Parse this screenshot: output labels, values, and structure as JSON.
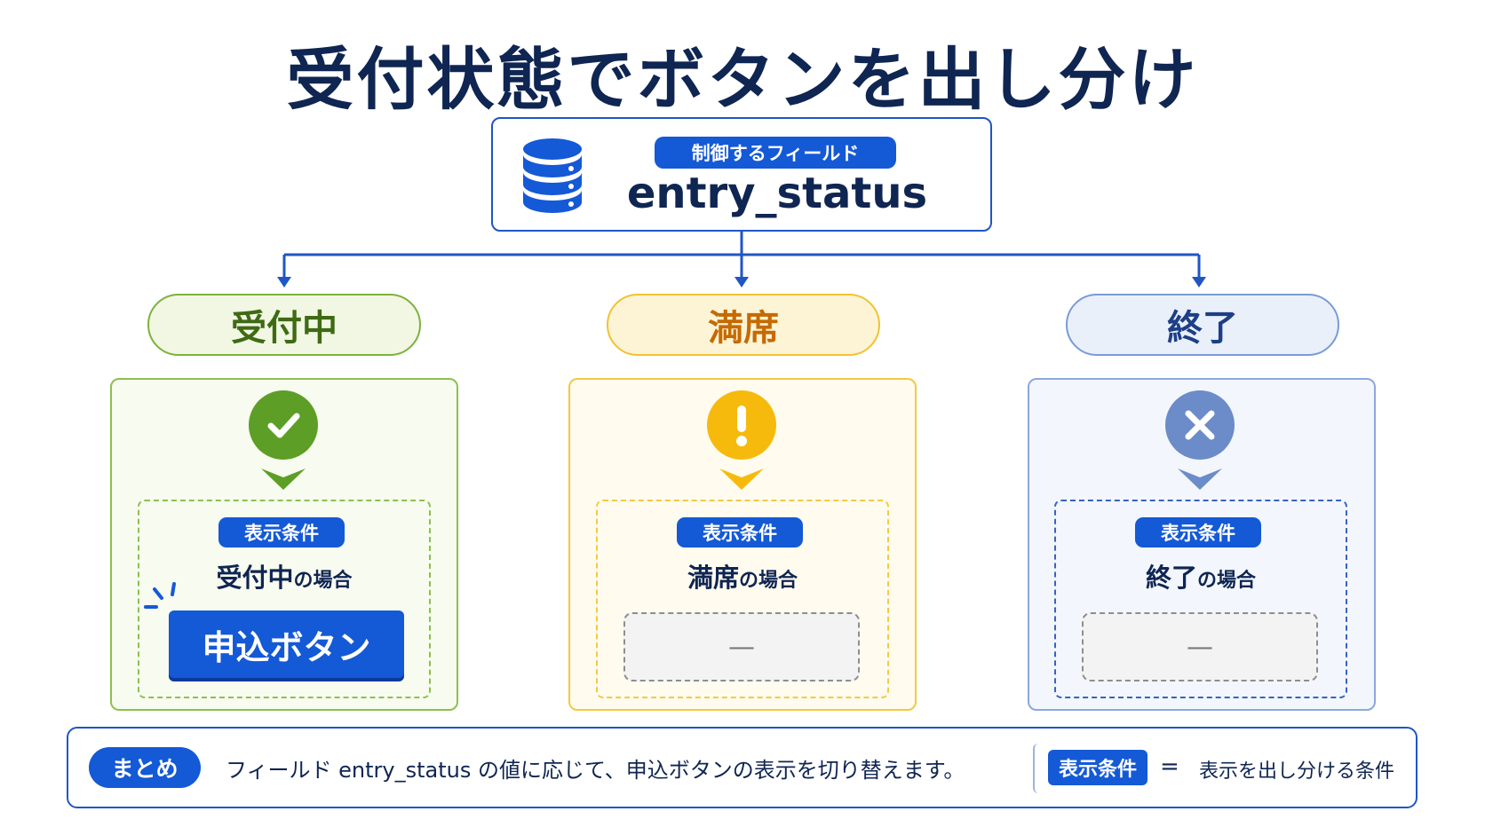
{
  "title": "受付状態でボタンを出し分け",
  "field": {
    "label": "制御するフィールド",
    "name": "entry_status",
    "icon": "database-icon"
  },
  "colors": {
    "primary": "#1459d6",
    "navy": "#0f2552",
    "green": "#5d9e26",
    "yellow": "#f6ba0d",
    "blue_gray": "#6b8cc8"
  },
  "states": [
    {
      "label": "受付中",
      "icon": "check-icon",
      "condition_tag": "表示条件",
      "condition_state": "受付中",
      "condition_suffix": "の場合",
      "button_label": "申込ボタン"
    },
    {
      "label": "満席",
      "icon": "exclamation-icon",
      "condition_tag": "表示条件",
      "condition_state": "満席",
      "condition_suffix": "の場合",
      "placeholder": "—"
    },
    {
      "label": "終了",
      "icon": "cross-icon",
      "condition_tag": "表示条件",
      "condition_state": "終了",
      "condition_suffix": "の場合",
      "placeholder": "—"
    }
  ],
  "summary": {
    "tag": "まとめ",
    "text": "フィールド entry_status の値に応じて、申込ボタンの表示を切り替えます。",
    "legend_tag": "表示条件",
    "legend_equals": "=",
    "legend_text": "表示を出し分ける条件"
  }
}
